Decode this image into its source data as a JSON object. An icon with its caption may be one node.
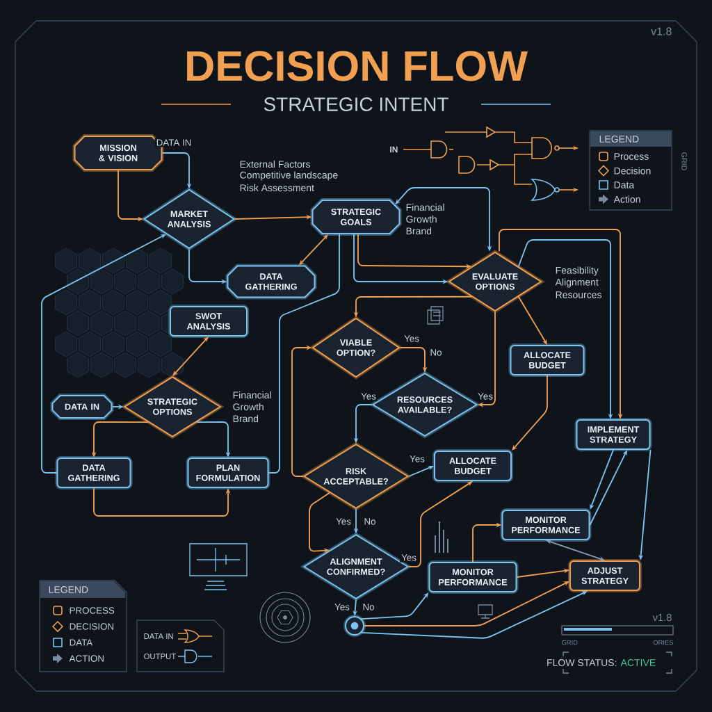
{
  "diagram": {
    "title": "DECISION FLOW",
    "nodes": [
      {
        "text": [
          "MISSION & VISION"
        ]
      },
      {
        "text": [
          "MARKET ANALYSIS"
        ],
        "beside": [
          "External Factors",
          "Competitive landscape",
          "Risk Assessment"
        ]
      },
      {
        "text": [
          "STRATEGIC GOALS"
        ],
        "beside": [
          "Financial",
          "Growth",
          "Brand"
        ]
      },
      {
        "text": [
          "DATA GATHERING"
        ]
      },
      {
        "text": [
          "SWOT ANALYSIS"
        ]
      },
      {
        "text": [
          "EVALUATE OPTIONS"
        ],
        "beside": [
          "Feasibility",
          "Alignment",
          "Resources"
        ]
      },
      {
        "text": [
          "VIABLE OPTION?"
        ]
      },
      {
        "text": [
          "ALLOCATE BUDGET"
        ]
      },
      {
        "text": [
          "DATA IN"
        ]
      },
      {
        "text": [
          "STRATEGIC OPTIONS"
        ],
        "beside": [
          "Financial",
          "Growth",
          "Brand"
        ]
      },
      {
        "text": [
          "RESOURCES AVAILABLE?"
        ]
      },
      {
        "text": [
          "IMPLEMENT STRATEGY"
        ]
      },
      {
        "text": [
          "DATA GATHERING"
        ]
      },
      {
        "text": [
          "PLAN FORMULATION"
        ]
      },
      {
        "text": [
          "RISK ACCEPTABLE?"
        ]
      },
      {
        "text": [
          "ALLOCATE BUDGET"
        ]
      },
      {
        "text": [
          "MONITOR PERFORMANCE"
        ]
      },
      {
        "text": [
          "ALIGNMENT CONFIRMED?"
        ]
      },
      {
        "text": [
          "MONITOR PERFORMANCE"
        ]
      },
      {
        "text": [
          "ADJUST STRATEGY"
        ]
      },
      {
        "text": [],
        "shape": "circle"
      }
    ],
    "edges": [
      {
        "from": 0,
        "to": 1,
        "arrow": "to",
        "label": "DATA IN",
        "color": "#7cc4f0"
      },
      {
        "from": 0,
        "to": 1,
        "arrow": "to"
      },
      {
        "from": 1,
        "to": 2,
        "arrow": "to"
      },
      {
        "from": 1,
        "to": 3,
        "arrow": "to",
        "color": "#7cc4f0"
      },
      {
        "from": 2,
        "to": 3,
        "arrow": "both"
      },
      {
        "from": 2,
        "to": 5,
        "arrow": "to"
      },
      {
        "from": 2,
        "to": 5,
        "arrow": "to",
        "color": "#7cc4f0"
      },
      {
        "from": 9,
        "to": 4,
        "arrow": "both"
      },
      {
        "from": 8,
        "to": 9,
        "arrow": "to",
        "color": "#7cc4f0"
      },
      {
        "from": 9,
        "to": 12,
        "arrow": "to"
      },
      {
        "from": 9,
        "to": 13,
        "arrow": "to",
        "color": "#7cc4f0"
      },
      {
        "from": 12,
        "to": 13,
        "arrow": "to"
      },
      {
        "from": 5,
        "to": 6,
        "arrow": "to"
      },
      {
        "from": 6,
        "to": 10,
        "arrow": "to",
        "label": "Yes"
      },
      {
        "from": 10,
        "to": 14,
        "arrow": "to",
        "label": "Yes",
        "color": "#7cc4f0"
      },
      {
        "from": 5,
        "to": 10,
        "arrow": "to",
        "label": "Yes"
      },
      {
        "from": 5,
        "to": 7,
        "arrow": "to"
      },
      {
        "from": 14,
        "to": 15,
        "arrow": "to",
        "label": "Yes",
        "color": "#7cc4f0"
      },
      {
        "from": 14,
        "to": 17,
        "arrow": "to",
        "label": "Yes",
        "color": "#7cc4f0"
      },
      {
        "from": 17,
        "to": 15,
        "arrow": "to",
        "label": "Yes"
      },
      {
        "from": 17,
        "to": 20,
        "arrow": "to",
        "label": "No",
        "color": "#7cc4f0"
      },
      {
        "from": 20,
        "to": 18,
        "arrow": "to",
        "color": "#7cc4f0"
      },
      {
        "from": 20,
        "to": 19,
        "arrow": "to"
      },
      {
        "from": 20,
        "to": 19,
        "arrow": "to",
        "color": "#7cc4f0"
      },
      {
        "from": 18,
        "to": 16,
        "arrow": "to"
      },
      {
        "from": 18,
        "to": 19,
        "arrow": "to"
      },
      {
        "from": 16,
        "to": 19,
        "arrow": "both",
        "color": "#8a9bb0"
      },
      {
        "from": 7,
        "to": 15,
        "arrow": "to"
      },
      {
        "from": 5,
        "to": 11,
        "arrow": "to",
        "color": "#7cc4f0"
      },
      {
        "from": 5,
        "to": 11,
        "arrow": "to"
      },
      {
        "from": 11,
        "to": 16,
        "arrow": "to",
        "color": "#7cc4f0"
      },
      {
        "from": 16,
        "to": 11,
        "arrow": "to",
        "color": "#7cc4f0"
      },
      {
        "from": 11,
        "to": 19,
        "arrow": "to",
        "color": "#7cc4f0"
      },
      {
        "from": 14,
        "to": 6,
        "arrow": "to"
      },
      {
        "from": 14,
        "to": 17,
        "arrow": "to"
      },
      {
        "from": 12,
        "to": 1,
        "arrow": "to",
        "color": "#7cc4f0"
      },
      {
        "from": 13,
        "to": 2,
        "arrow": "none",
        "color": "#7cc4f0"
      },
      {
        "from": 5,
        "to": 2,
        "arrow": "both",
        "color": "#7cc4f0"
      }
    ],
    "labels": [
      "STRATEGIC INTENT",
      "IN",
      "LEGEND",
      "GRID",
      "No",
      "No",
      "Yes",
      "LEGEND",
      "DATA IN",
      "OUTPUT",
      "v1.8",
      "v1.8",
      "GRID",
      "ORIES",
      "FLOW STATUS:",
      "ACTIVE"
    ],
    "legend": [
      {
        "text": "Process"
      },
      {
        "text": "Decision"
      },
      {
        "text": "Data"
      },
      {
        "text": "Action"
      },
      {
        "text": "PROCESS"
      },
      {
        "text": "DECISION"
      },
      {
        "text": "DATA"
      },
      {
        "text": "ACTION"
      }
    ]
  }
}
